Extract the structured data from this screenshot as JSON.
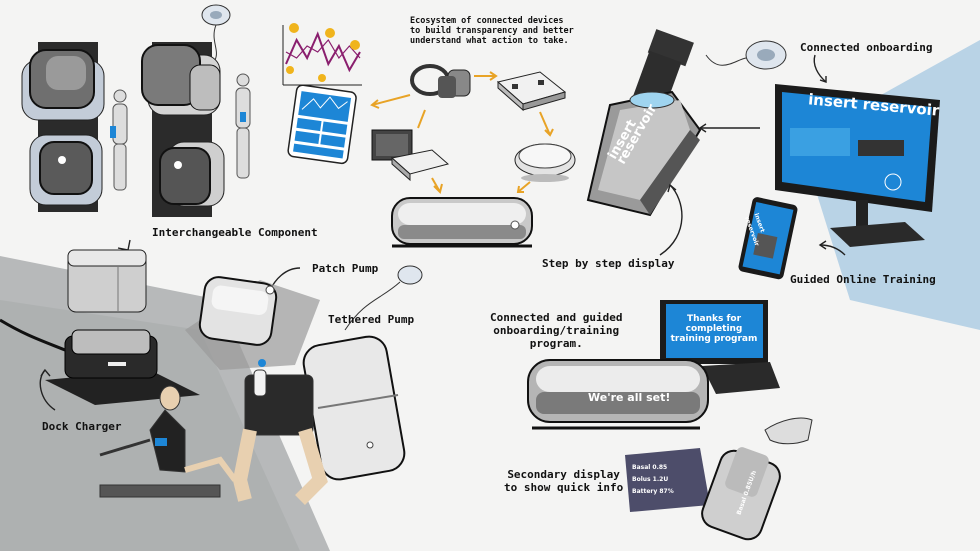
{
  "labels": {
    "ecosystem": [
      "Ecosystem of connected devices",
      "to build transparency and better",
      "understand what action to take."
    ],
    "connected_onboarding": "Connected onboarding",
    "interchangeable": "Interchangeable Component",
    "patch_pump": "Patch Pump",
    "tethered_pump": "Tethered Pump",
    "dock_charger": "Dock Charger",
    "step_by_step": "Step by step display",
    "guided_training": "Guided Online Training",
    "connected_guided": [
      "Connected and guided",
      "onboarding/training",
      "program."
    ],
    "secondary_display": [
      "Secondary display",
      "to show quick info"
    ]
  },
  "screens": {
    "monitor_text": "insert reservoir",
    "device_text": "insert reservoir",
    "phone_text": "insert reservoir",
    "laptop_text": [
      "Thanks for",
      "completing",
      "training program"
    ],
    "all_set": "We're all set!",
    "quick_info": [
      "Basal 0.85",
      "Bolus 1.2U",
      "Battery 87%"
    ],
    "device_info": "Basal 0.85U/h"
  },
  "chart_data": {
    "type": "line",
    "series": [
      {
        "values": [
          3,
          7,
          4,
          8,
          3,
          6,
          2,
          5
        ]
      },
      {
        "values": [
          5,
          4,
          6,
          5,
          7,
          4,
          6,
          4
        ]
      }
    ]
  },
  "colors": {
    "accent_blue": "#1d86d6",
    "arrow_orange": "#e8a326",
    "panel_blue": "#b9d3e6",
    "ink": "#1a1a1a"
  }
}
